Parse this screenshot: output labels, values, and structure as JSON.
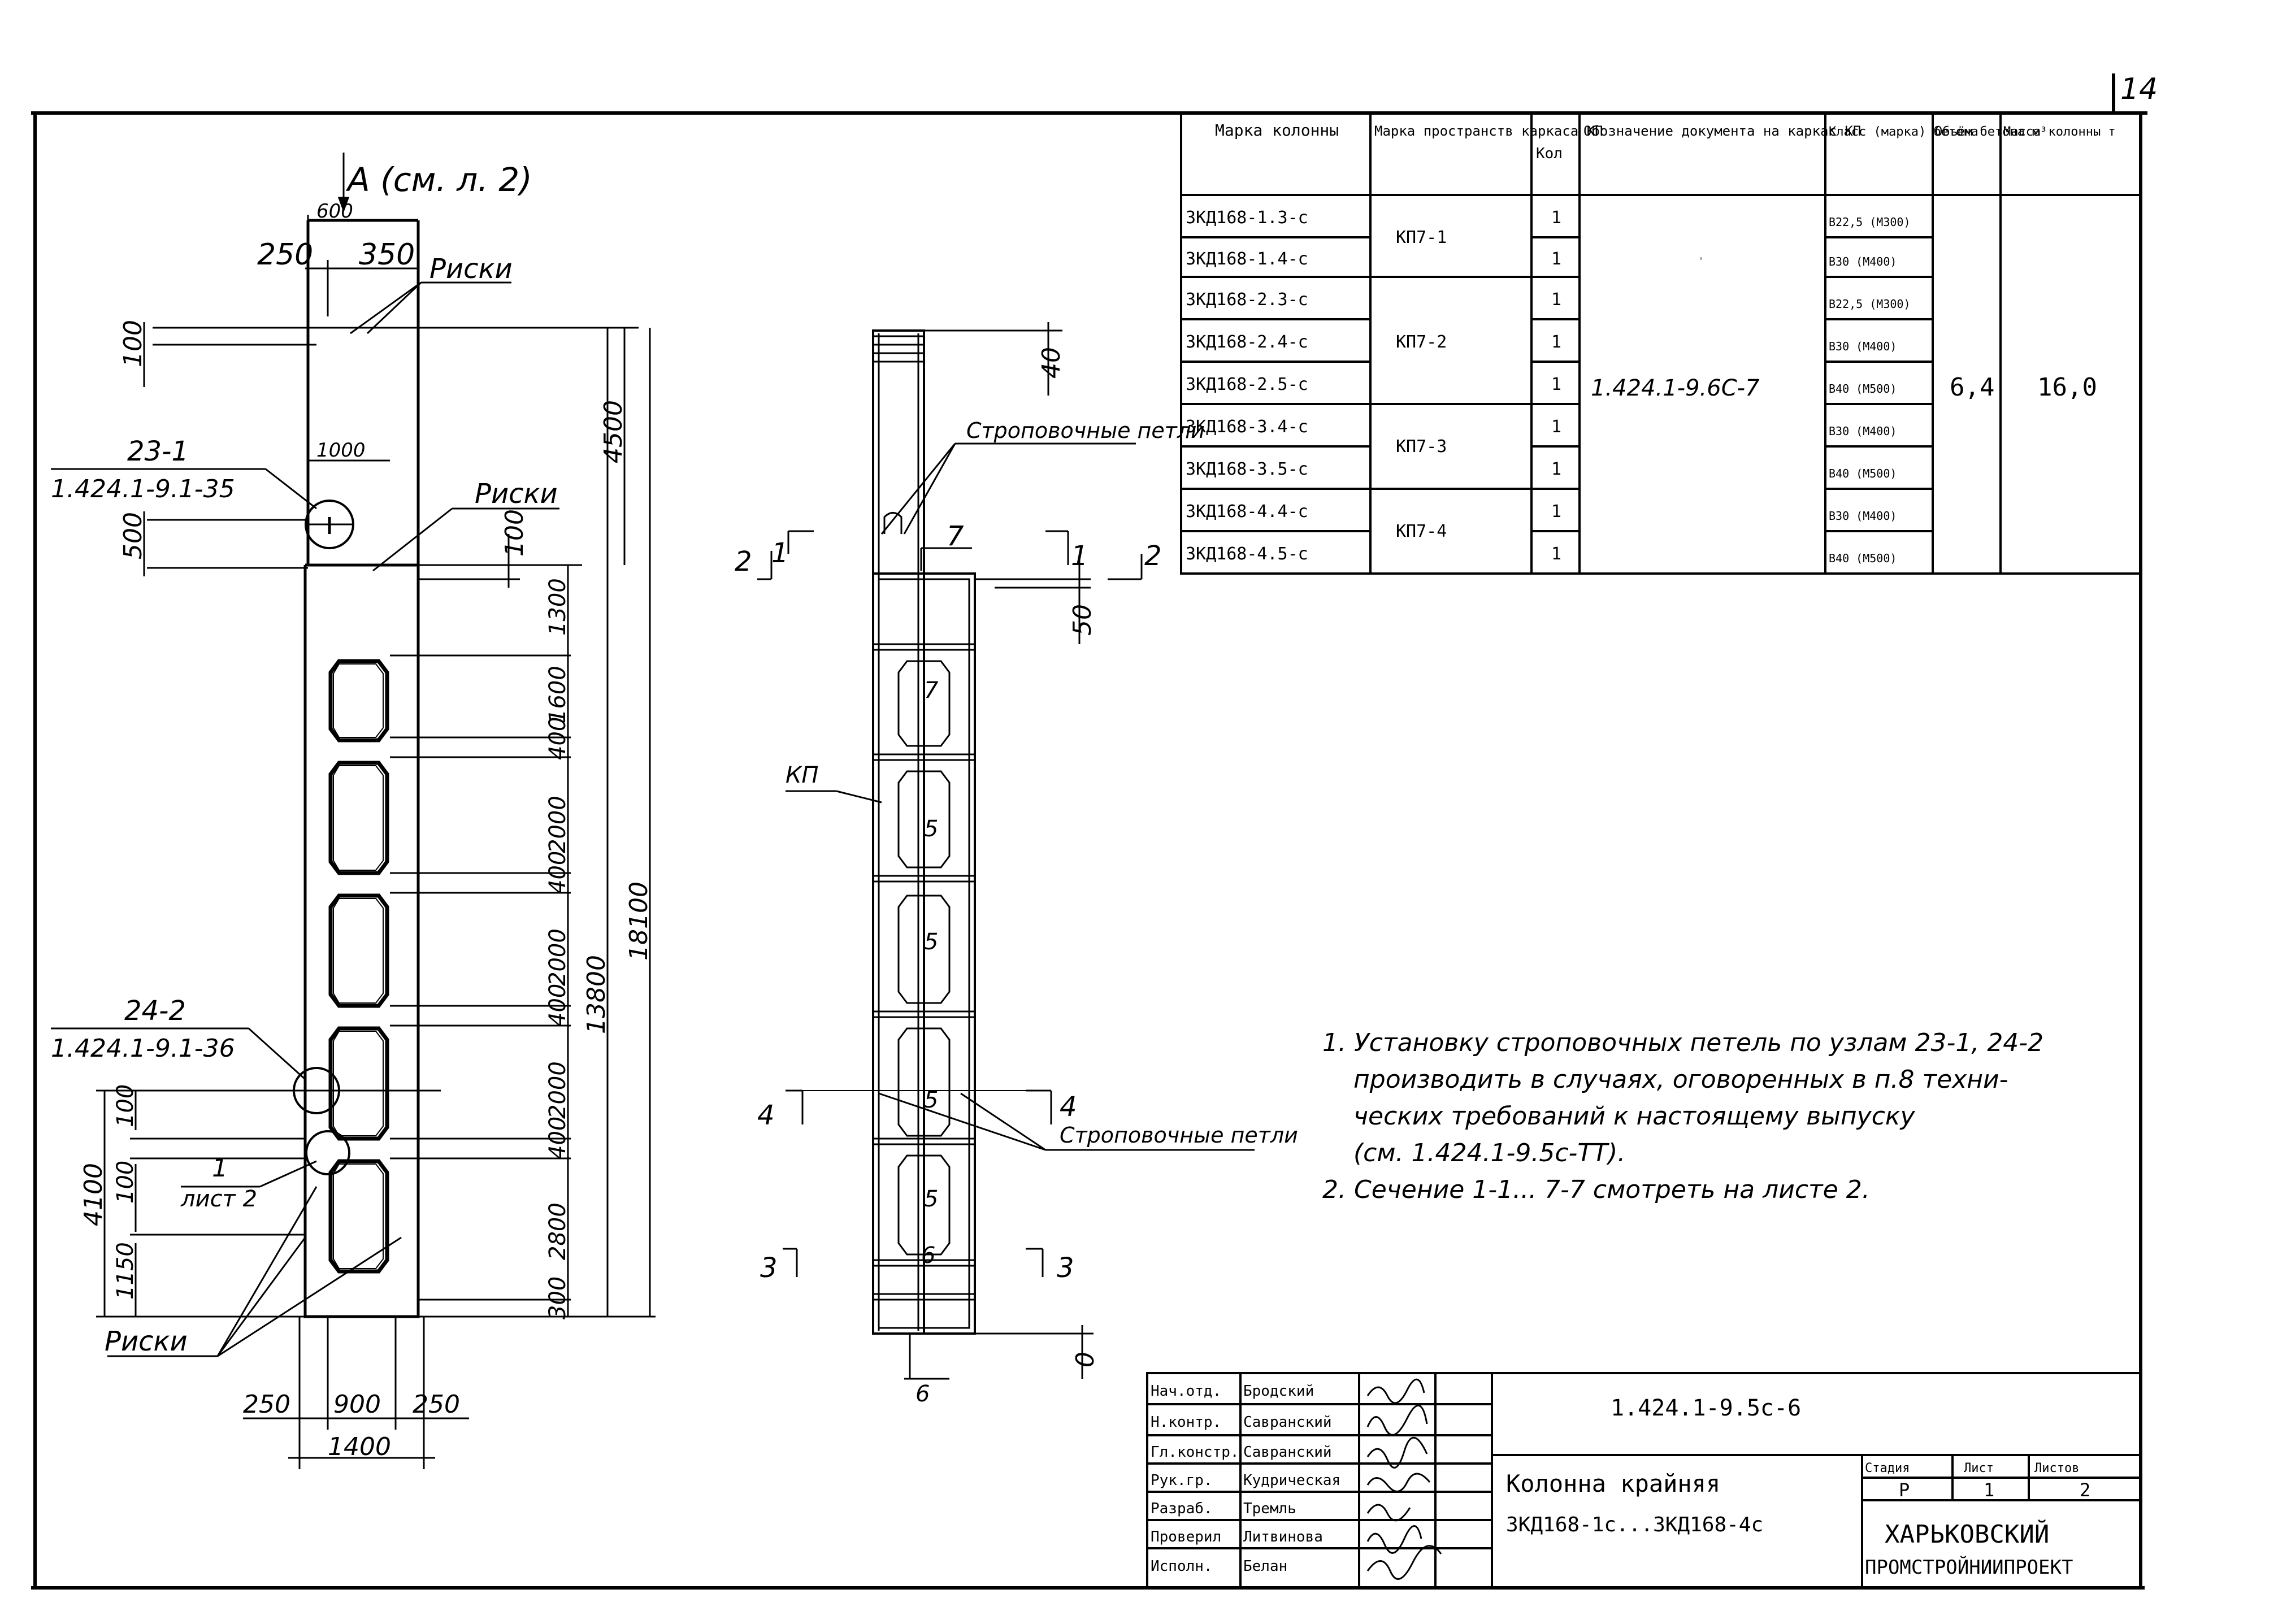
{
  "page_number": "14",
  "elevation": {
    "view_ref": "А (см. л. 2)",
    "top_width": "600",
    "dim_250_top": "250",
    "dim_350": "350",
    "risks_label": "Риски",
    "dim_100a": "100",
    "dim_4500": "4500",
    "node1_id": "23-1",
    "node1_doc": "1.424.1-9.1-35",
    "dim_1000": "1000",
    "dim_500": "500",
    "dim_100b": "100",
    "dims_right": [
      "1300",
      "1600",
      "400",
      "2000",
      "400",
      "2000",
      "400",
      "2000",
      "400",
      "2800",
      "300"
    ],
    "dim_18100": "18100",
    "dim_13800": "13800",
    "node2_id": "24-2",
    "node2_doc": "1.424.1-9.1-36",
    "dim_100c": "100",
    "dim_4100": "4100",
    "dim_100d": "100",
    "dim_1150": "1150",
    "detail_num": "1",
    "detail_sheet": "лист 2",
    "bottom_dims": [
      "250",
      "900",
      "250"
    ],
    "dim_1400": "1400"
  },
  "section": {
    "dim_40": "40",
    "lifting_loops": "Строповочные петли",
    "cuts": [
      "1",
      "2",
      "3",
      "4",
      "5",
      "6",
      "7"
    ],
    "kp_label": "КП",
    "dim_50": "50",
    "dim_0": "0"
  },
  "spec_table": {
    "headers": [
      "Марка колонны",
      "Марка пространств каркаса КП",
      "Кол",
      "Обозначение документа на каркас КП",
      "Класс (марка) бетона",
      "Объём бетона м³",
      "Масса колонны т"
    ],
    "rows": [
      {
        "mark": "3КД168-1.3-с",
        "kp": "КП7-1",
        "qty": "1",
        "concrete": "В22,5 (М300)"
      },
      {
        "mark": "3КД168-1.4-с",
        "kp": "",
        "qty": "1",
        "concrete": "В30 (М400)"
      },
      {
        "mark": "3КД168-2.3-с",
        "kp": "КП7-2",
        "qty": "1",
        "concrete": "В22,5 (М300)"
      },
      {
        "mark": "3КД168-2.4-с",
        "kp": "",
        "qty": "1",
        "concrete": "В30 (М400)"
      },
      {
        "mark": "3КД168-2.5-с",
        "kp": "",
        "qty": "1",
        "concrete": "В40 (М500)"
      },
      {
        "mark": "3КД168-3.4-с",
        "kp": "КП7-3",
        "qty": "1",
        "concrete": "В30 (М400)"
      },
      {
        "mark": "3КД168-3.5-с",
        "kp": "",
        "qty": "1",
        "concrete": "В40 (М500)"
      },
      {
        "mark": "3КД168-4.4-с",
        "kp": "КП7-4",
        "qty": "1",
        "concrete": "В30 (М400)"
      },
      {
        "mark": "3КД168-4.5-с",
        "kp": "",
        "qty": "1",
        "concrete": "В40 (М500)"
      }
    ],
    "doc": "1.424.1-9.6С-7",
    "volume": "6,4",
    "mass": "16,0"
  },
  "notes": [
    "1. Установку строповочных петель по узлам 23-1, 24-2 производить в случаях, оговоренных в п.8 технических требований к настоящему выпуску (см. 1.424.1-9.5с-ТТ).",
    "2. Сечение 1-1... 7-7 смотреть на листе 2."
  ],
  "notes_lines": [
    "1. Установку строповочных петель по узлам 23-1, 24-2",
    "производить в случаях, оговоренных в п.8 техни-",
    "ческих требований к настоящему выпуску",
    "(см. 1.424.1-9.5с-ТТ).",
    "2. Сечение 1-1... 7-7 смотреть на листе 2."
  ],
  "title_block": {
    "signers": [
      {
        "role": "Нач.отд.",
        "name": "Бродский"
      },
      {
        "role": "Н.контр.",
        "name": "Савранский"
      },
      {
        "role": "Гл.констр.",
        "name": "Савранский"
      },
      {
        "role": "Рук.гр.",
        "name": "Кудрическая"
      },
      {
        "role": "Разраб.",
        "name": "Тремль"
      },
      {
        "role": "Проверил",
        "name": "Литвинова"
      },
      {
        "role": "Исполн.",
        "name": "Белан"
      }
    ],
    "doc_code": "1.424.1-9.5с-6",
    "title_line1": "Колонна крайняя",
    "title_line2": "3КД168-1с...3КД168-4с",
    "stage_label": "Стадия",
    "sheet_label": "Лист",
    "sheets_label": "Листов",
    "stage": "Р",
    "sheet": "1",
    "sheets": "2",
    "org_line1": "ХАРЬКОВСКИЙ",
    "org_line2": "ПРОМСТРОЙНИИПРОЕКТ"
  }
}
